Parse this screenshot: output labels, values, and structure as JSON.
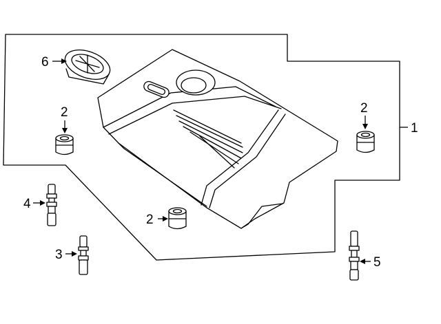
{
  "callouts": {
    "cover": "1",
    "grommet_left": "2",
    "grommet_right": "2",
    "grommet_bottom": "2",
    "bolt_short": "3",
    "bolt_left": "4",
    "bolt_right": "5",
    "cap": "6"
  },
  "colors": {
    "line": "#000000",
    "background": "#ffffff"
  }
}
